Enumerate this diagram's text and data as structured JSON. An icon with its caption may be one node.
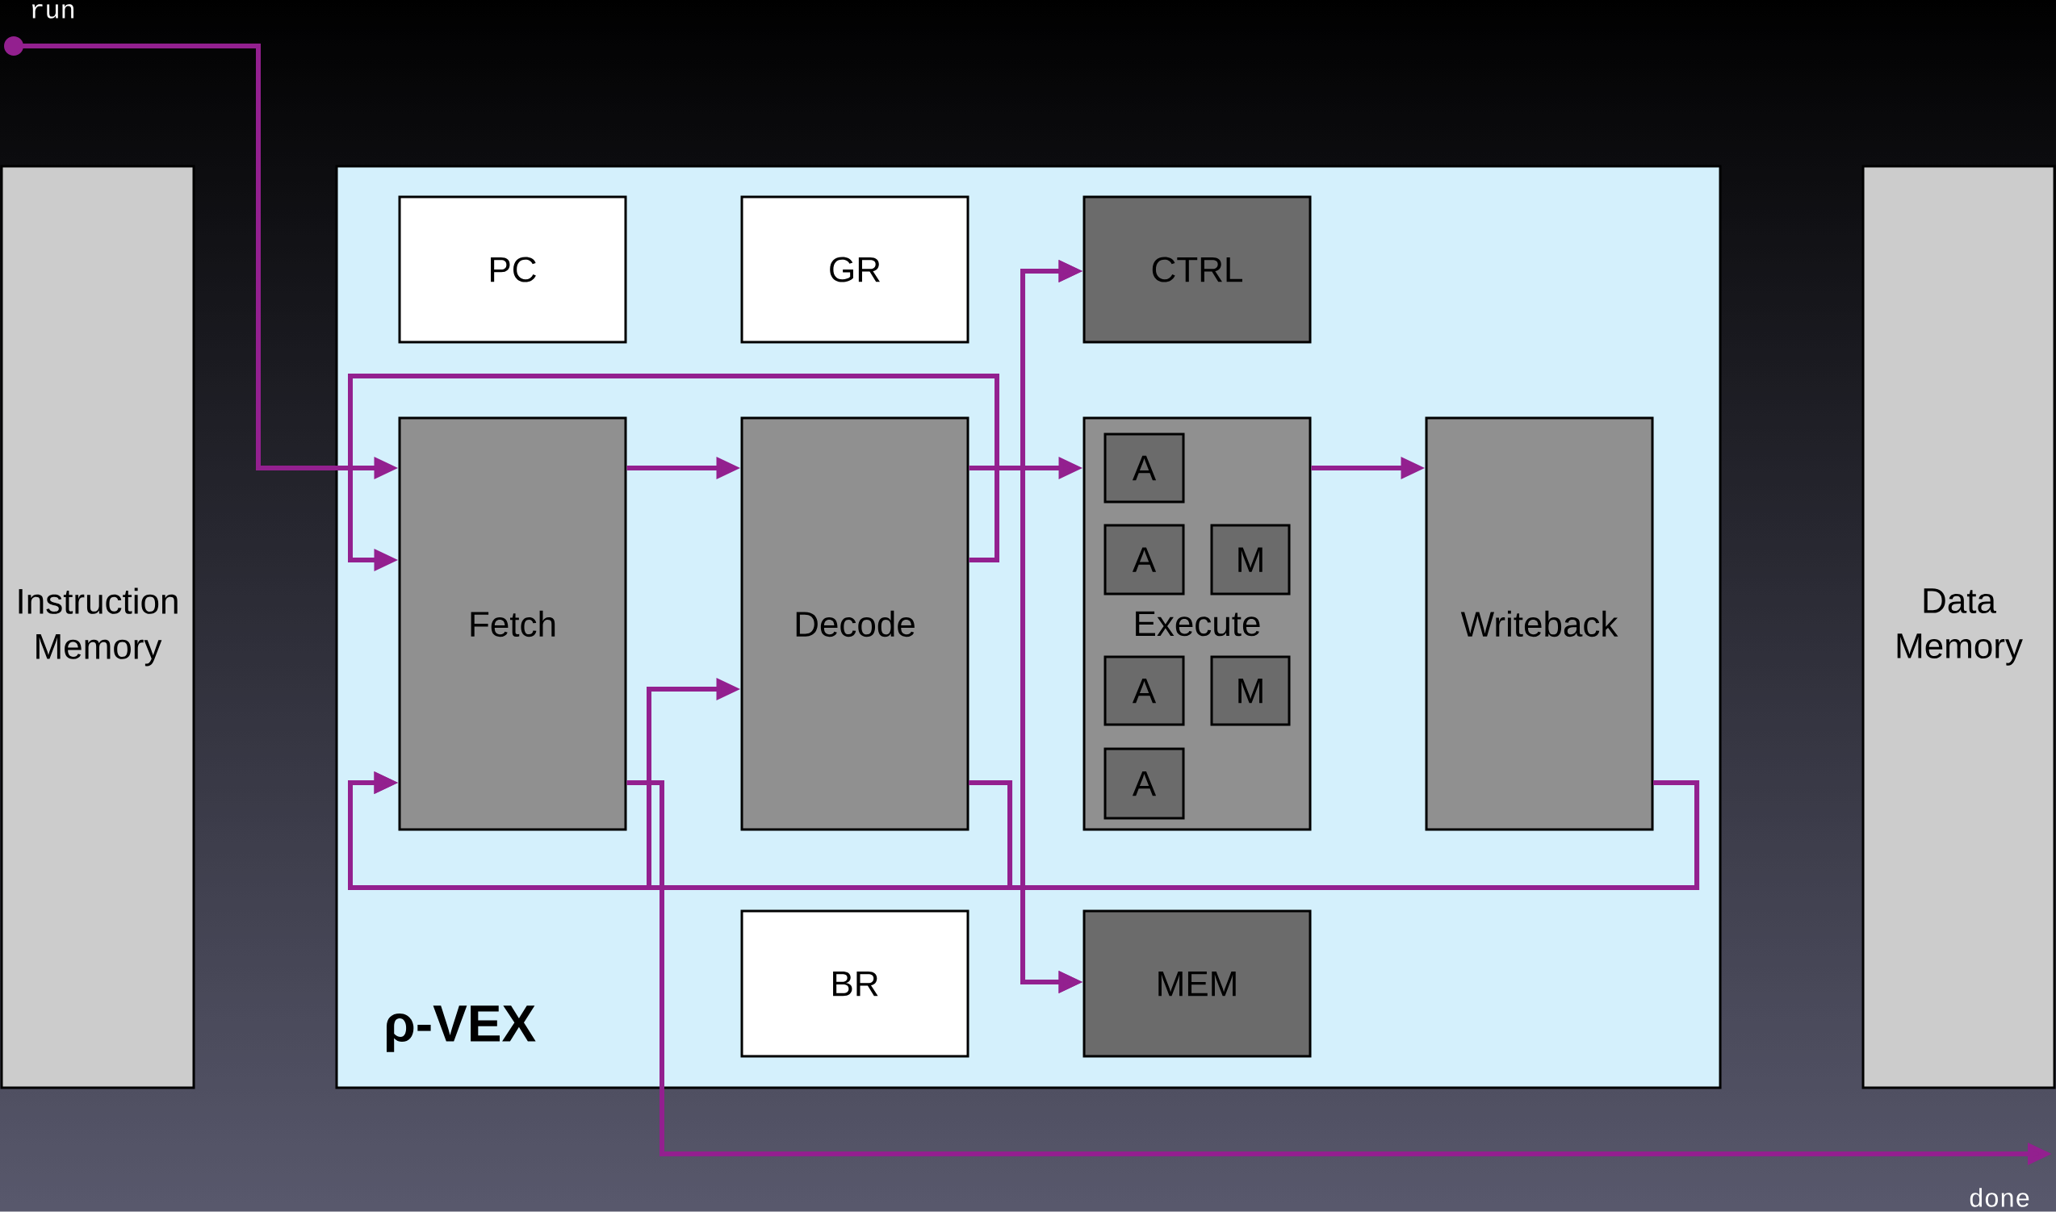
{
  "diagram": {
    "nodes": [
      {
        "text": [
          "Instruction Memory"
        ]
      },
      {
        "text": [
          "**ρ-VEX**"
        ]
      },
      {
        "text": [
          "PC"
        ],
        "in": 1
      },
      {
        "text": [
          "GR"
        ],
        "in": 1
      },
      {
        "text": [
          "CTRL"
        ],
        "in": 1
      },
      {
        "text": [
          "Fetch"
        ],
        "in": 1
      },
      {
        "text": [
          "Decode"
        ],
        "in": 1
      },
      {
        "text": [
          "Execute"
        ],
        "in": 1
      },
      {
        "text": [
          "A"
        ],
        "in": 7
      },
      {
        "text": [
          "A"
        ],
        "in": 7
      },
      {
        "text": [
          "M"
        ],
        "in": 7
      },
      {
        "text": [
          "A"
        ],
        "in": 7
      },
      {
        "text": [
          "M"
        ],
        "in": 7
      },
      {
        "text": [
          "A"
        ],
        "in": 7
      },
      {
        "text": [
          "Writeback"
        ],
        "in": 1
      },
      {
        "text": [
          "BR"
        ],
        "in": 1
      },
      {
        "text": [
          "MEM"
        ],
        "in": 1
      },
      {
        "text": [
          "Data Memory"
        ]
      },
      {
        "text": [
          "run"
        ]
      },
      {
        "text": [
          "done"
        ]
      }
    ],
    "edges": [
      {
        "from": 18,
        "to": 5,
        "arrow": "to"
      },
      {
        "from": 5,
        "to": 6,
        "arrow": "to"
      },
      {
        "from": 6,
        "to": 7,
        "arrow": "to"
      },
      {
        "from": 7,
        "to": 14,
        "arrow": "to"
      },
      {
        "from": 6,
        "to": 5,
        "arrow": "to"
      },
      {
        "from": 14,
        "to": 5,
        "arrow": "to"
      },
      {
        "from": 14,
        "to": 6,
        "arrow": "to"
      },
      {
        "from": 14,
        "to": 4,
        "arrow": "to"
      },
      {
        "from": 14,
        "to": 16,
        "arrow": "to"
      },
      {
        "from": 6,
        "to": 5,
        "arrow": "to"
      },
      {
        "from": 6,
        "to": 4,
        "arrow": "to"
      },
      {
        "from": 6,
        "to": 16,
        "arrow": "to"
      },
      {
        "from": 5,
        "to": 19,
        "arrow": "to"
      }
    ]
  }
}
